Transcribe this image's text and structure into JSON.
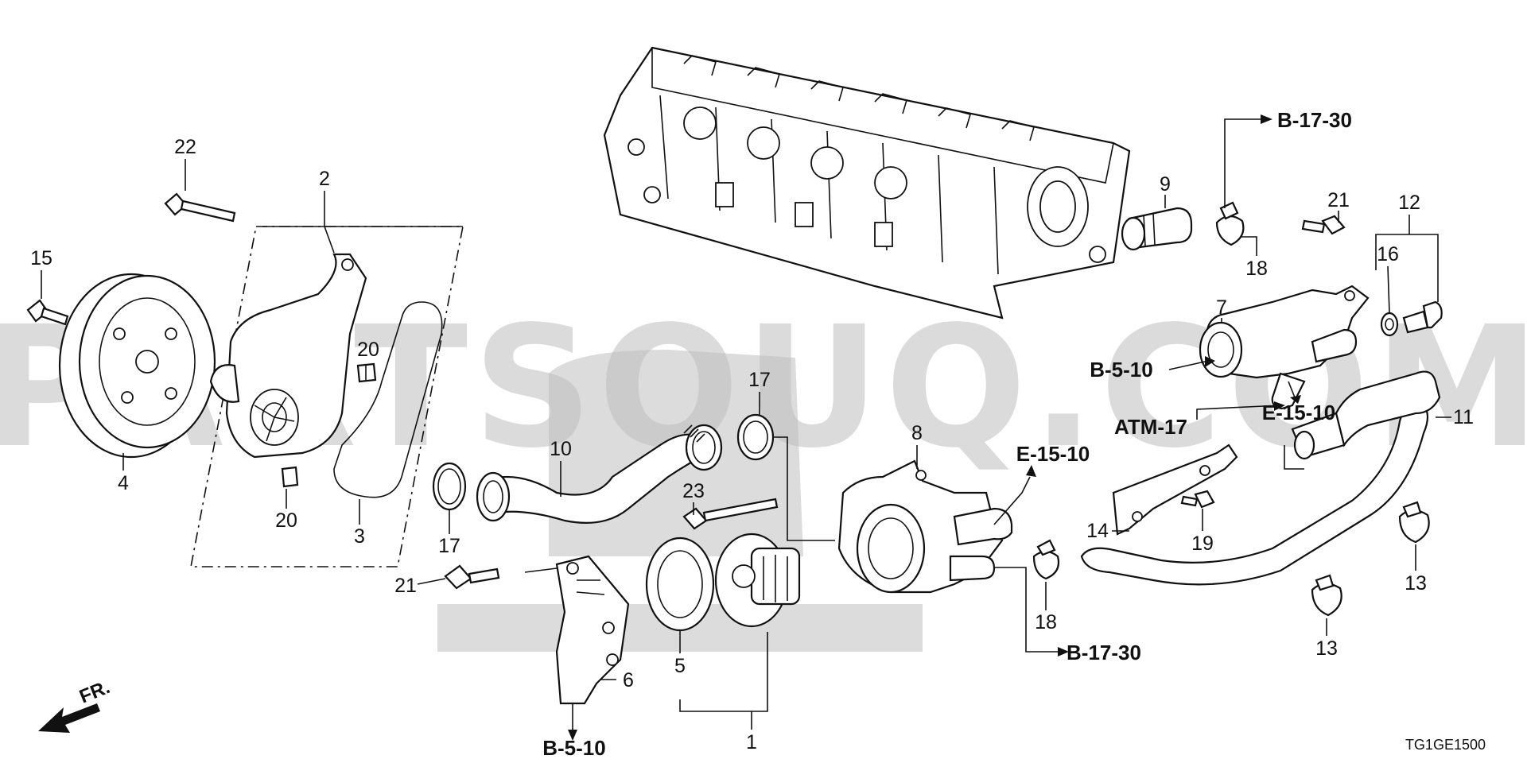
{
  "watermark": "PARTSOUQ.COM",
  "diagram_code": "TG1GE1500",
  "direction_label": "FR.",
  "callouts": {
    "c1": "1",
    "c2": "2",
    "c3": "3",
    "c4": "4",
    "c5": "5",
    "c6": "6",
    "c7": "7",
    "c8": "8",
    "c9": "9",
    "c10": "10",
    "c11": "11",
    "c12": "12",
    "c13a": "13",
    "c13b": "13",
    "c14": "14",
    "c15": "15",
    "c16": "16",
    "c17a": "17",
    "c17b": "17",
    "c18a": "18",
    "c18b": "18",
    "c19": "19",
    "c20a": "20",
    "c20b": "20",
    "c21a": "21",
    "c21b": "21",
    "c22": "22",
    "c23": "23"
  },
  "references": {
    "r_b1730_top": "B-17-30",
    "r_b510_right": "B-5-10",
    "r_atm17": "ATM-17",
    "r_e1510_right": "E-15-10",
    "r_e1510_mid": "E-15-10",
    "r_b1730_bottom": "B-17-30",
    "r_b510_bottom": "B-5-10"
  }
}
